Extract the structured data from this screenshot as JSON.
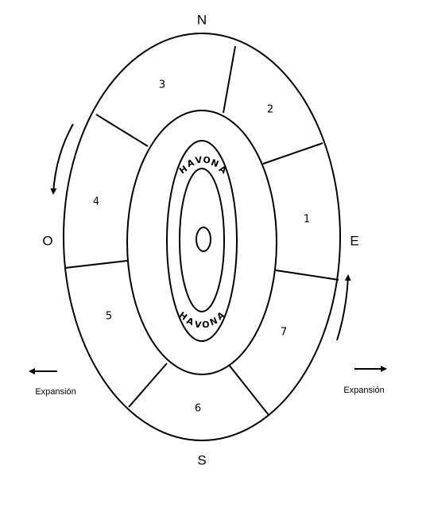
{
  "compass": {
    "north": "N",
    "south": "S",
    "east": "E",
    "west": "O"
  },
  "sectors": [
    "1",
    "2",
    "3",
    "4",
    "5",
    "6",
    "7"
  ],
  "havona": {
    "top": "HAVONA",
    "bottom": "HAVONA"
  },
  "expansion": {
    "left": "Expansión",
    "right": "Expansión"
  }
}
